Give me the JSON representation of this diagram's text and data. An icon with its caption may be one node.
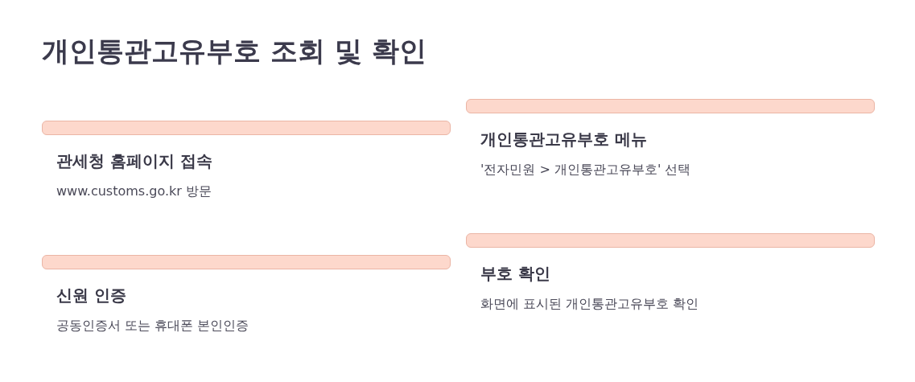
{
  "diagram": {
    "title": "개인통관고유부호 조회 및 확인",
    "nodes": [
      {
        "text": [
          "관세청 홈페이지 접속",
          "www.customs.go.kr 방문"
        ]
      },
      {
        "text": [
          "개인통관고유부호 메뉴",
          "'전자민원 > 개인통관고유부호' 선택"
        ]
      },
      {
        "text": [
          "신원 인증",
          "공동인증서 또는 휴대폰 본인인증"
        ]
      },
      {
        "text": [
          "부호 확인",
          "화면에 표시된 개인통관고유부호 확인"
        ]
      }
    ]
  }
}
